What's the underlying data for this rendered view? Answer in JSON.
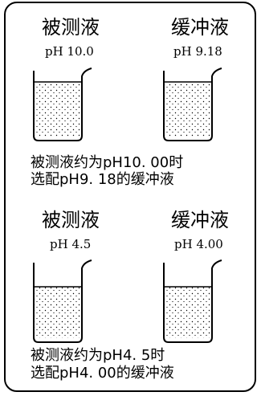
{
  "top": {
    "left": {
      "name": "被测液",
      "ph": "pH 10.0"
    },
    "right": {
      "name": "缓冲液",
      "ph": "pH 9.18"
    },
    "note_line1": "被测液约为pH10. 00时",
    "note_line2": "选配pH9. 18的缓冲液"
  },
  "bottom": {
    "left": {
      "name": "被测液",
      "ph": "pH 4.5"
    },
    "right": {
      "name": "缓冲液",
      "ph": "pH 4.00"
    },
    "note_line1": "被测液约为pH4. 5时",
    "note_line2": "选配pH4. 00的缓冲液"
  }
}
